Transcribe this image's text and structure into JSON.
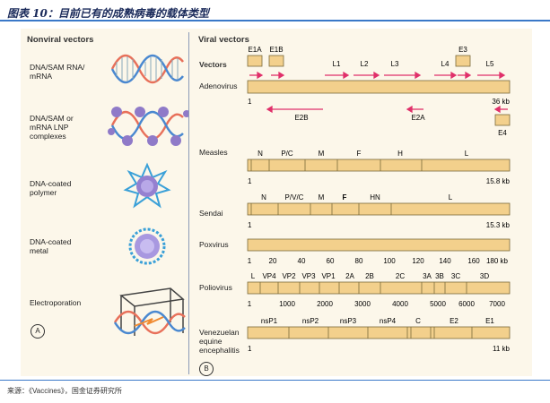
{
  "figure": {
    "title": "图表 10：目前已有的成熟病毒的载体类型",
    "source": "来源：《Vaccines》，国金证券研究所"
  },
  "nonviral": {
    "heading": "Nonviral vectors",
    "items": [
      {
        "label": "DNA/SAM RNA/\nmRNA",
        "icon": "nucleic-acid-helix-icon"
      },
      {
        "label": "DNA/SAM or\nmRNA LNP\ncomplexes",
        "icon": "lnp-complex-icon"
      },
      {
        "label": "DNA-coated\npolymer",
        "icon": "dna-coated-polymer-icon"
      },
      {
        "label": "DNA-coated\nmetal",
        "icon": "dna-coated-metal-icon"
      },
      {
        "label": "Electroporation",
        "icon": "electroporation-device-icon"
      }
    ],
    "panel_letter": "A"
  },
  "viral": {
    "heading": "Viral vectors",
    "panel_letter": "B",
    "vectors_label": "Vectors",
    "adenovirus": {
      "name": "Adenovirus",
      "top_genes": [
        "E1A",
        "E1B",
        "L1",
        "L2",
        "L3",
        "E3",
        "L4",
        "L5"
      ],
      "bottom_genes": [
        "E2B",
        "E2A",
        "E4"
      ],
      "start": "1",
      "end": "36 kb"
    },
    "measles": {
      "name": "Measles",
      "genes": [
        "N",
        "P/C",
        "M",
        "F",
        "H",
        "L"
      ],
      "start": "1",
      "end": "15.8 kb"
    },
    "sendai": {
      "name": "Sendai",
      "genes": [
        "N",
        "P/V/C",
        "M",
        "F",
        "HN",
        "L"
      ],
      "start": "1",
      "end": "15.3 kb"
    },
    "poxvirus": {
      "name": "Poxvirus",
      "ticks": [
        "1",
        "20",
        "40",
        "60",
        "80",
        "100",
        "120",
        "140",
        "160",
        "180 kb"
      ]
    },
    "poliovirus": {
      "name": "Poliovirus",
      "genes": [
        "L",
        "VP4",
        "VP2",
        "VP3",
        "VP1",
        "2A",
        "2B",
        "2C",
        "3A",
        "3B",
        "3C",
        "3D"
      ],
      "ticks": [
        "1",
        "1000",
        "2000",
        "3000",
        "4000",
        "5000",
        "6000",
        "7000"
      ]
    },
    "vee": {
      "name": "Venezuelan\nequine\nencephalitis",
      "genes": [
        "nsP1",
        "nsP2",
        "nsP3",
        "nsP4",
        "C",
        "E2",
        "E1"
      ],
      "start": "1",
      "end": "11 kb"
    }
  },
  "colors": {
    "bar": "#f3d08c",
    "bar_border": "#7a6a3a",
    "arrow": "#e0306a",
    "rule": "#3a78c8",
    "panel": "#fcf7ea"
  }
}
